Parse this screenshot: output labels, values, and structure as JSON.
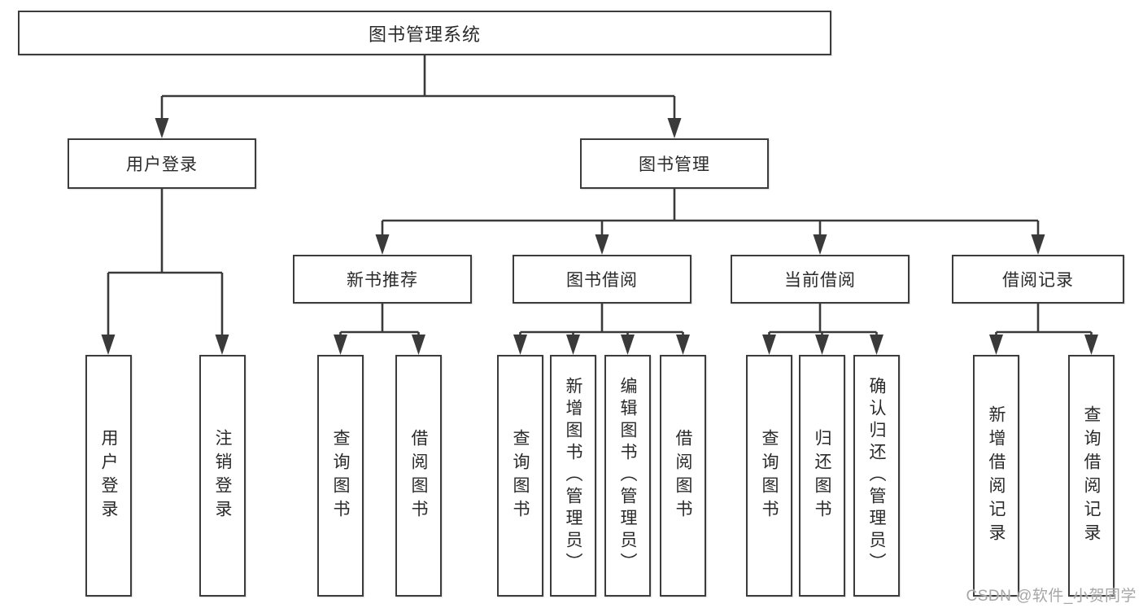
{
  "diagram": {
    "root": {
      "label": "图书管理系统"
    },
    "branches": [
      {
        "label": "用户登录",
        "children": [
          {
            "label": "用户登录"
          },
          {
            "label": "注销登录"
          }
        ]
      },
      {
        "label": "图书管理",
        "children": [
          {
            "label": "新书推荐",
            "children": [
              {
                "label": "查询图书"
              },
              {
                "label": "借阅图书"
              }
            ]
          },
          {
            "label": "图书借阅",
            "children": [
              {
                "label": "查询图书"
              },
              {
                "label": "新增图书（管理员）"
              },
              {
                "label": "编辑图书（管理员）"
              },
              {
                "label": "借阅图书"
              }
            ]
          },
          {
            "label": "当前借阅",
            "children": [
              {
                "label": "查询图书"
              },
              {
                "label": "归还图书"
              },
              {
                "label": "确认归还（管理员）"
              }
            ]
          },
          {
            "label": "借阅记录",
            "children": [
              {
                "label": "新增借阅记录"
              },
              {
                "label": "查询借阅记录"
              }
            ]
          }
        ]
      }
    ]
  },
  "watermark": {
    "text": "CSDN @软件_小贺同学"
  },
  "colors": {
    "line": "#3a3a3a",
    "border": "#3c3c3c",
    "text": "#2a2a2a",
    "watermark": "#a6a6a6"
  }
}
